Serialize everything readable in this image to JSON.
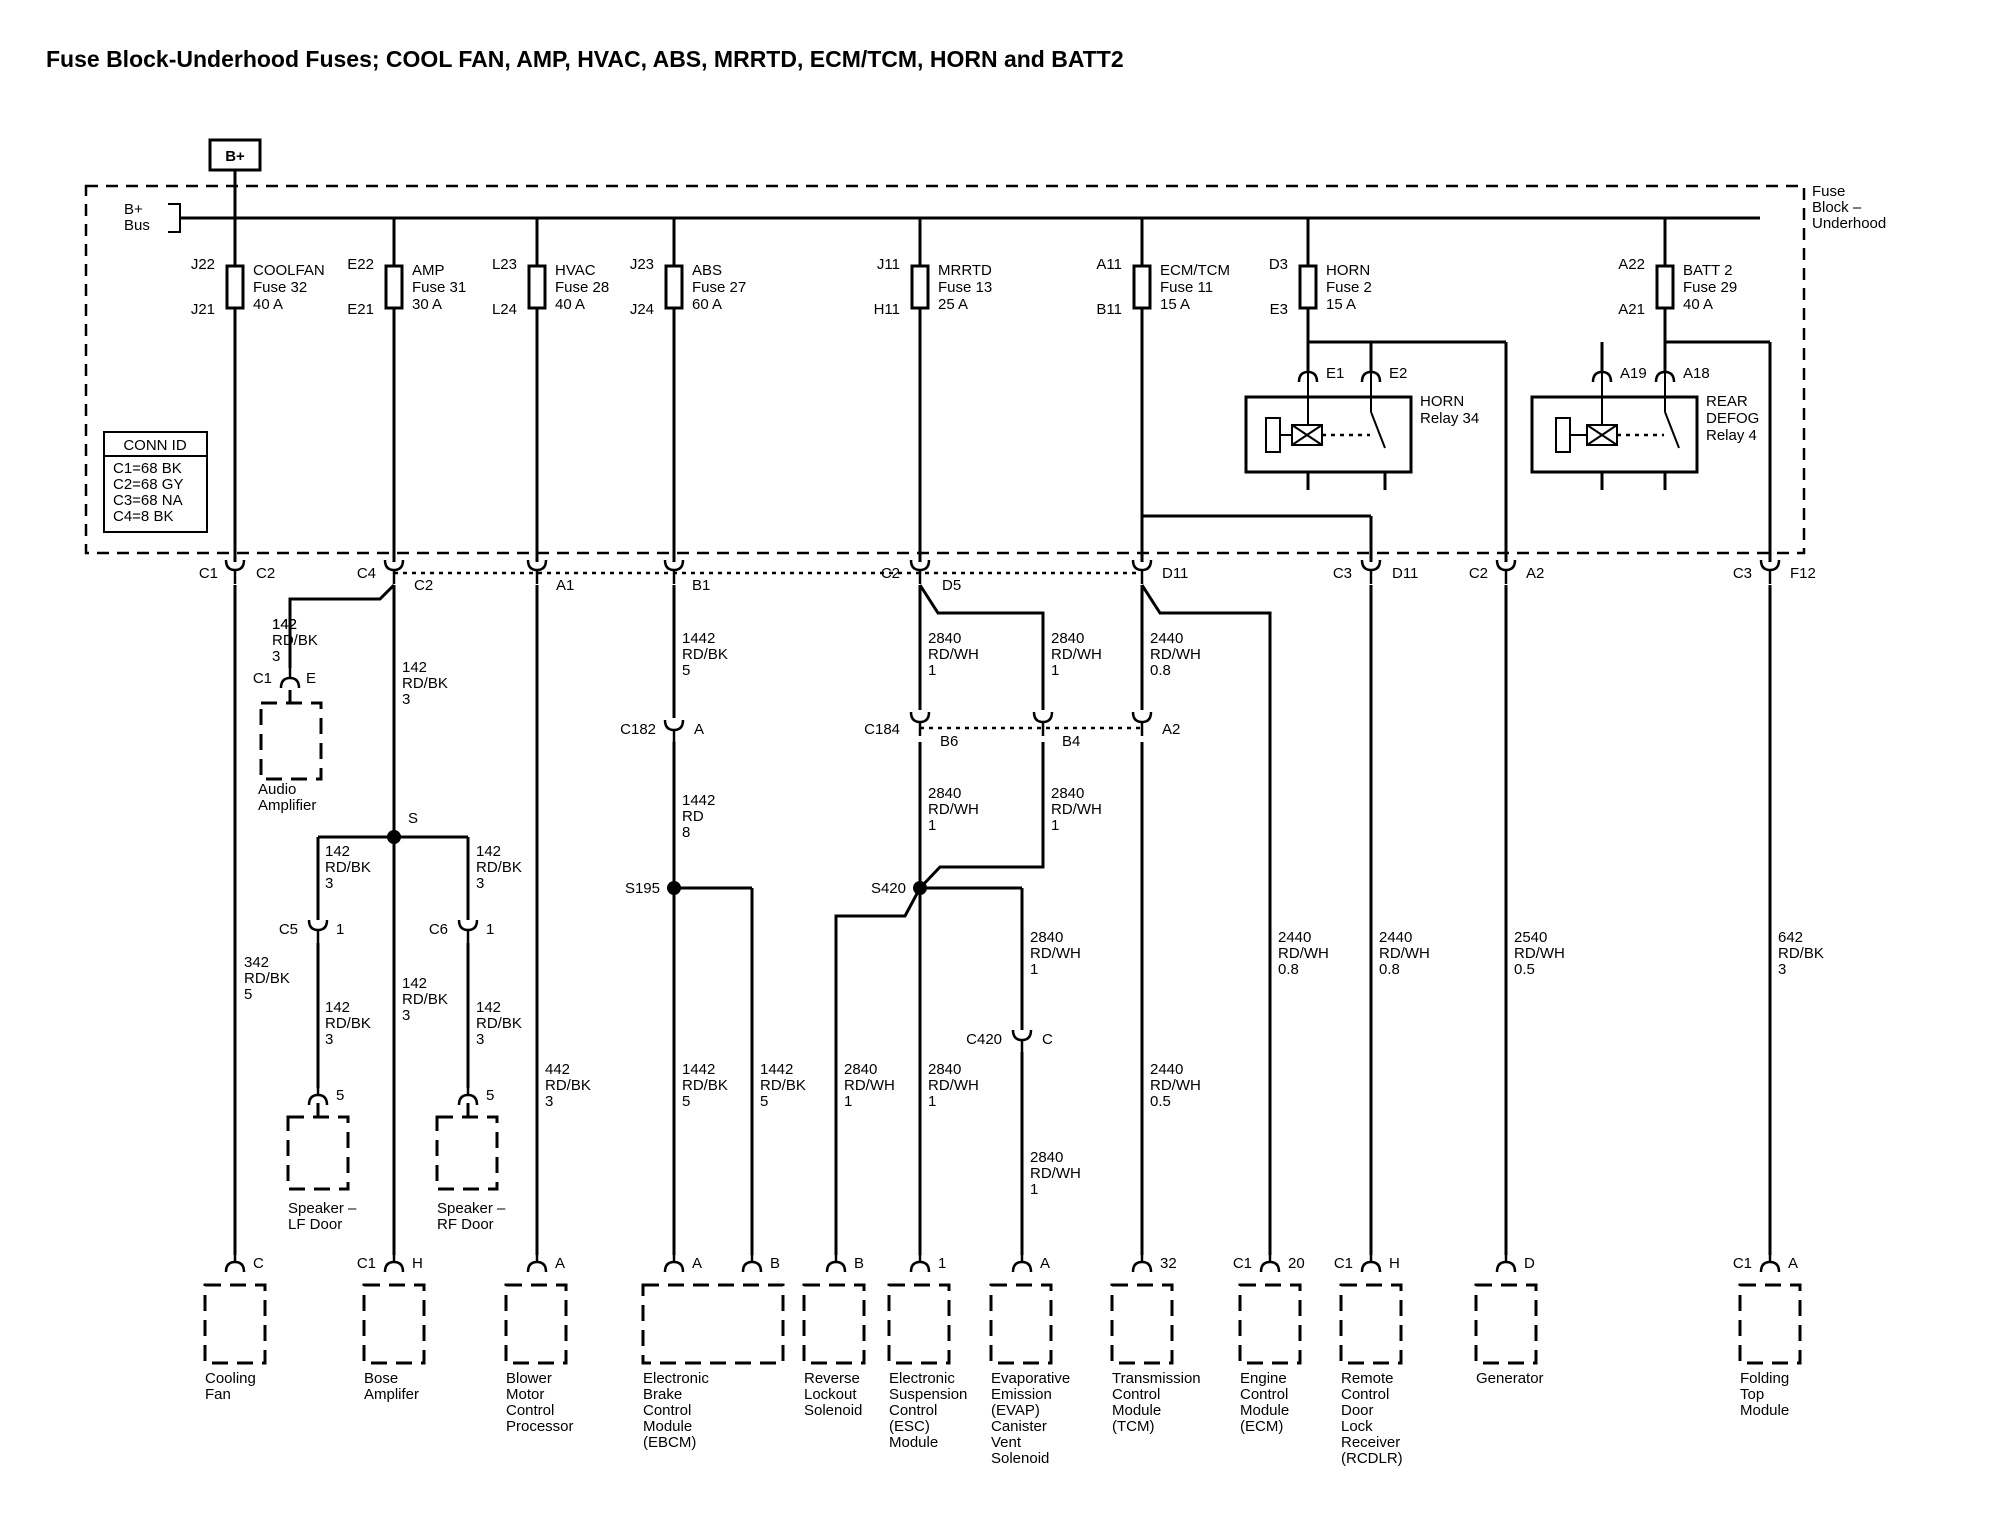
{
  "title": "Fuse Block-Underhood Fuses; COOL FAN, AMP, HVAC, ABS, MRRTD, ECM/TCM, HORN and BATT2",
  "power": "B+",
  "bus": [
    "B+",
    "Bus"
  ],
  "block_label": [
    "Fuse",
    "Block –",
    "Underhood"
  ],
  "conn_id": {
    "title": "CONN ID",
    "rows": [
      "C1=68 BK",
      "C2=68 GY",
      "C3=68 NA",
      "C4=8 BK"
    ]
  },
  "fuses": [
    {
      "top": "J22",
      "bottom": "J21",
      "name": "COOLFAN",
      "fuse": "Fuse 32",
      "amps": "40 A"
    },
    {
      "top": "E22",
      "bottom": "E21",
      "name": "AMP",
      "fuse": "Fuse 31",
      "amps": "30 A"
    },
    {
      "top": "L23",
      "bottom": "L24",
      "name": "HVAC",
      "fuse": "Fuse 28",
      "amps": "40 A"
    },
    {
      "top": "J23",
      "bottom": "J24",
      "name": "ABS",
      "fuse": "Fuse 27",
      "amps": "60 A"
    },
    {
      "top": "J11",
      "bottom": "H11",
      "name": "MRRTD",
      "fuse": "Fuse 13",
      "amps": "25 A"
    },
    {
      "top": "A11",
      "bottom": "B11",
      "name": "ECM/TCM",
      "fuse": "Fuse 11",
      "amps": "15 A"
    },
    {
      "top": "D3",
      "bottom": "E3",
      "name": "HORN",
      "fuse": "Fuse 2",
      "amps": "15 A"
    },
    {
      "top": "A22",
      "bottom": "A21",
      "name": "BATT 2",
      "fuse": "Fuse 29",
      "amps": "40 A"
    }
  ],
  "relays": [
    {
      "pins": [
        "E1",
        "E2"
      ],
      "name": [
        "HORN",
        "Relay 34"
      ]
    },
    {
      "pins": [
        "A19",
        "A18"
      ],
      "name": [
        "REAR",
        "DEFOG",
        "Relay 4"
      ]
    }
  ],
  "connectors": {
    "c1": "C1",
    "c2": "C2",
    "c3": "C3",
    "c4": "C4",
    "c182": "C182",
    "c184": "C184",
    "c420": "C420",
    "c5": "C5",
    "c6": "C6",
    "s": "S",
    "s195": "S195",
    "s420": "S420",
    "pin_c2": "C2",
    "pin_a1": "A1",
    "pin_b1": "B1",
    "pin_d5": "D5",
    "pin_d11": "D11",
    "pin_d11b": "D11",
    "pin_a2": "A2",
    "pin_f12": "F12",
    "pin_e": "E",
    "pin_a": "A",
    "pin_b6": "B6",
    "pin_b4": "B4",
    "pin_a2b": "A2",
    "pin_1": "1",
    "pin_1b": "1",
    "pin_5": "5",
    "pin_5b": "5",
    "pin_c": "C"
  },
  "wires": {
    "w142a": [
      "142",
      "RD/BK",
      "3"
    ],
    "w142b": [
      "142",
      "RD/BK",
      "3"
    ],
    "w142c": [
      "142",
      "RD/BK",
      "3"
    ],
    "w142d": [
      "142",
      "RD/BK",
      "3"
    ],
    "w142e": [
      "142",
      "RD/BK",
      "3"
    ],
    "w142f": [
      "142",
      "RD/BK",
      "3"
    ],
    "w142g": [
      "142",
      "RD/BK",
      "3"
    ],
    "w342": [
      "342",
      "RD/BK",
      "5"
    ],
    "w442": [
      "442",
      "RD/BK",
      "3"
    ],
    "w1442a": [
      "1442",
      "RD/BK",
      "5"
    ],
    "w1442b": [
      "1442",
      "RD",
      "8"
    ],
    "w1442c": [
      "1442",
      "RD/BK",
      "5"
    ],
    "w1442d": [
      "1442",
      "RD/BK",
      "5"
    ],
    "w2840a": [
      "2840",
      "RD/WH",
      "1"
    ],
    "w2840b": [
      "2840",
      "RD/WH",
      "1"
    ],
    "w2840c": [
      "2840",
      "RD/WH",
      "1"
    ],
    "w2840d": [
      "2840",
      "RD/WH",
      "1"
    ],
    "w2840e": [
      "2840",
      "RD/WH",
      "1"
    ],
    "w2840f": [
      "2840",
      "RD/WH",
      "1"
    ],
    "w2840g": [
      "2840",
      "RD/WH",
      "1"
    ],
    "w2840h": [
      "2840",
      "RD/WH",
      "1"
    ],
    "w2440a": [
      "2440",
      "RD/WH",
      "0.8"
    ],
    "w2440b": [
      "2440",
      "RD/WH",
      "0.5"
    ],
    "w2440c": [
      "2440",
      "RD/WH",
      "0.8"
    ],
    "w2440d": [
      "2440",
      "RD/WH",
      "0.8"
    ],
    "w2540": [
      "2540",
      "RD/WH",
      "0.5"
    ],
    "w642": [
      "642",
      "RD/BK",
      "3"
    ]
  },
  "components": [
    {
      "conn": "",
      "pin": "C",
      "name": [
        "Cooling",
        "Fan"
      ]
    },
    {
      "conn": "C1",
      "pin": "H",
      "name": [
        "Bose",
        "Amplifer"
      ]
    },
    {
      "conn": "",
      "pin": "A",
      "name": [
        "Blower",
        "Motor",
        "Control",
        "Processor"
      ]
    },
    {
      "conn": "",
      "pin": "A",
      "pin2": "B",
      "name": [
        "Electronic",
        "Brake",
        "Control",
        "Module",
        "(EBCM)"
      ]
    },
    {
      "conn": "",
      "pin": "B",
      "name": [
        "Reverse",
        "Lockout",
        "Solenoid"
      ]
    },
    {
      "conn": "",
      "pin": "1",
      "name": [
        "Electronic",
        "Suspension",
        "Control",
        "(ESC)",
        "Module"
      ]
    },
    {
      "conn": "",
      "pin": "A",
      "name": [
        "Evaporative",
        "Emission",
        "(EVAP)",
        "Canister",
        "Vent",
        "Solenoid"
      ]
    },
    {
      "conn": "",
      "pin": "32",
      "name": [
        "Transmission",
        "Control",
        "Module",
        "(TCM)"
      ]
    },
    {
      "conn": "C1",
      "pin": "20",
      "name": [
        "Engine",
        "Control",
        "Module",
        "(ECM)"
      ]
    },
    {
      "conn": "C1",
      "pin": "H",
      "name": [
        "Remote",
        "Control",
        "Door",
        "Lock",
        "Receiver",
        "(RCDLR)"
      ]
    },
    {
      "conn": "",
      "pin": "D",
      "name": [
        "Generator"
      ]
    },
    {
      "conn": "C1",
      "pin": "A",
      "name": [
        "Folding",
        "Top",
        "Module"
      ]
    }
  ],
  "sub_components": [
    {
      "conn": "C1",
      "pin": "E",
      "name": [
        "Audio",
        "Amplifier"
      ]
    },
    {
      "pin": "5",
      "name": [
        "Speaker –",
        "LF Door"
      ]
    },
    {
      "pin": "5",
      "name": [
        "Speaker –",
        "RF Door"
      ]
    }
  ]
}
